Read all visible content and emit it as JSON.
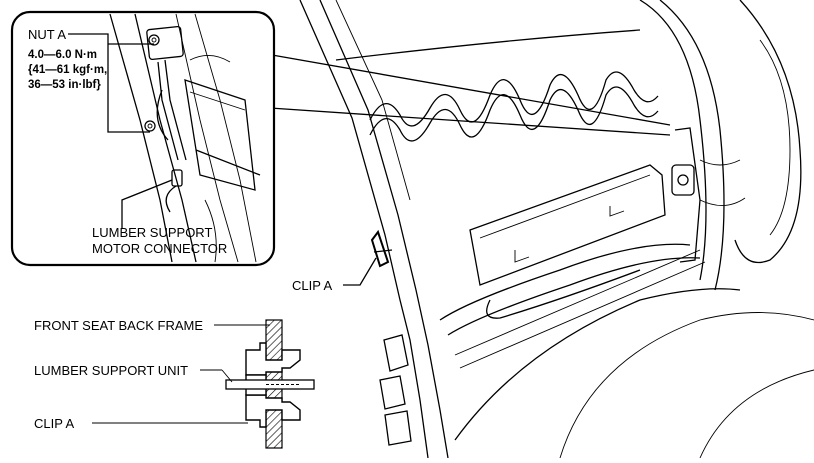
{
  "callout": {
    "nut_label": "NUT A",
    "torque_lines": [
      "4.0—6.0 N·m",
      "{41—61 kgf·m,",
      "36—53 in·lbf}"
    ],
    "connector_label_lines": [
      "LUMBER SUPPORT",
      "MOTOR CONNECTOR"
    ]
  },
  "main": {
    "clip_label": "CLIP A"
  },
  "section": {
    "frame_label": "FRONT SEAT BACK FRAME",
    "unit_label": "LUMBER SUPPORT UNIT",
    "clip_label": "CLIP A"
  },
  "colors": {
    "line": "#000000",
    "background": "#ffffff"
  }
}
